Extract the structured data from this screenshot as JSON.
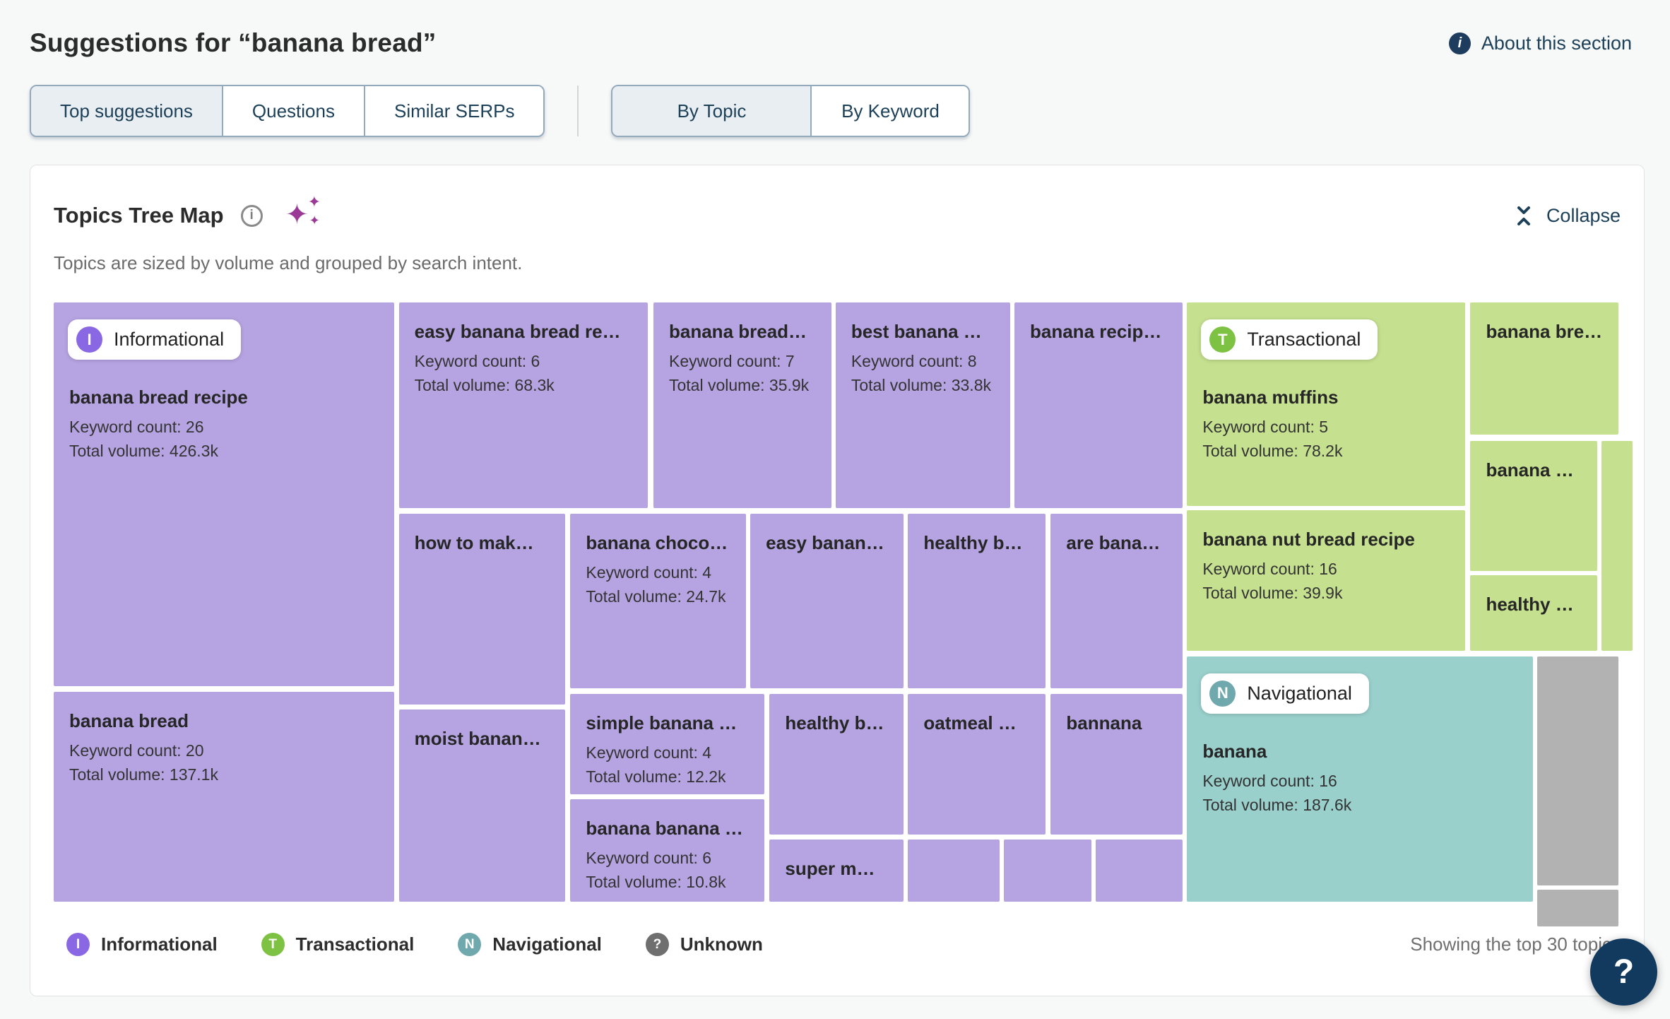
{
  "page": {
    "title": "Suggestions for “banana bread”",
    "about": {
      "label": "About this section"
    }
  },
  "suggestion_tabs": [
    {
      "label": "Top suggestions",
      "active": true
    },
    {
      "label": "Questions",
      "active": false
    },
    {
      "label": "Similar SERPs",
      "active": false
    }
  ],
  "view_tabs": [
    {
      "label": "By Topic",
      "active": true
    },
    {
      "label": "By Keyword",
      "active": false
    }
  ],
  "card": {
    "title": "Topics Tree Map",
    "subtitle": "Topics are sized by volume and grouped by search intent.",
    "collapse_label": "Collapse",
    "footer_note": "Showing the top 30 topics",
    "help_label": "?"
  },
  "icons": {
    "info_glyph": "i",
    "sparkle_glyph": "✦"
  },
  "stat_labels": {
    "keyword_count": "Keyword count:",
    "total_volume": "Total volume:"
  },
  "colors": {
    "cell_informational": "#b6a4e2",
    "cell_transactional": "#c5e08f",
    "cell_navigational": "#9ad0cc",
    "cell_unknown": "#b2b2b2",
    "badge_informational": "#8a68e4",
    "badge_transactional": "#7dc242",
    "badge_navigational": "#6fa9ad",
    "badge_unknown": "#6f6f6f",
    "accent_navy": "#1d4059",
    "sparkle_purple": "#9a3a96",
    "help_button": "#113a5e"
  },
  "chart_data": {
    "type": "treemap",
    "title": "Topics Tree Map",
    "note": "Topics are sized by volume and grouped by search intent.",
    "legend_position": "bottom-left",
    "legend": [
      {
        "letter": "I",
        "label": "Informational",
        "color": "#8a68e4"
      },
      {
        "letter": "T",
        "label": "Transactional",
        "color": "#7dc242"
      },
      {
        "letter": "N",
        "label": "Navigational",
        "color": "#6fa9ad"
      },
      {
        "letter": "?",
        "label": "Unknown",
        "color": "#6f6f6f"
      }
    ],
    "cells": [
      {
        "label": "banana bread recipe",
        "intent": "Informational",
        "badge": "Informational",
        "keyword_count": 26,
        "total_volume": "426.3k",
        "rect": {
          "l": 0,
          "t": 0,
          "w": 21.78,
          "h": 64.06
        }
      },
      {
        "label": "banana bread",
        "intent": "Informational",
        "keyword_count": 20,
        "total_volume": "137.1k",
        "rect": {
          "l": 0,
          "t": 64.95,
          "w": 21.78,
          "h": 35.05
        }
      },
      {
        "label": "easy banana bread re…",
        "intent": "Informational",
        "keyword_count": 6,
        "total_volume": "68.3k",
        "rect": {
          "l": 22.06,
          "t": 0,
          "w": 15.93,
          "h": 34.34
        }
      },
      {
        "label": "banana bread…",
        "intent": "Informational",
        "keyword_count": 7,
        "total_volume": "35.9k",
        "rect": {
          "l": 38.33,
          "t": 0,
          "w": 11.37,
          "h": 34.34
        }
      },
      {
        "label": "best banana …",
        "intent": "Informational",
        "keyword_count": 8,
        "total_volume": "33.8k",
        "rect": {
          "l": 49.97,
          "t": 0,
          "w": 11.16,
          "h": 34.34
        }
      },
      {
        "label": "banana recip…",
        "intent": "Informational",
        "rect": {
          "l": 61.4,
          "t": 0,
          "w": 10.76,
          "h": 34.34
        }
      },
      {
        "label": "how to mak…",
        "intent": "Informational",
        "rect": {
          "l": 22.06,
          "t": 35.23,
          "w": 10.62,
          "h": 31.85
        }
      },
      {
        "label": "banana choco…",
        "intent": "Informational",
        "keyword_count": 4,
        "total_volume": "24.7k",
        "rect": {
          "l": 33.02,
          "t": 35.23,
          "w": 11.23,
          "h": 29.18
        }
      },
      {
        "label": "easy banan…",
        "intent": "Informational",
        "rect": {
          "l": 44.52,
          "t": 35.23,
          "w": 9.8,
          "h": 29.18
        }
      },
      {
        "label": "healthy b…",
        "intent": "Informational",
        "rect": {
          "l": 54.6,
          "t": 35.23,
          "w": 8.78,
          "h": 29.18
        }
      },
      {
        "label": "are bana…",
        "intent": "Informational",
        "rect": {
          "l": 63.72,
          "t": 35.23,
          "w": 8.44,
          "h": 29.18
        }
      },
      {
        "label": "moist banan…",
        "intent": "Informational",
        "rect": {
          "l": 22.06,
          "t": 67.97,
          "w": 10.62,
          "h": 32.03
        }
      },
      {
        "label": "simple banana …",
        "intent": "Informational",
        "keyword_count": 4,
        "total_volume": "12.2k",
        "rect": {
          "l": 33.02,
          "t": 65.3,
          "w": 12.39,
          "h": 16.73
        }
      },
      {
        "label": "banana banana …",
        "intent": "Informational",
        "keyword_count": 6,
        "total_volume": "10.8k",
        "rect": {
          "l": 33.02,
          "t": 82.92,
          "w": 12.39,
          "h": 17.08
        }
      },
      {
        "label": "healthy b…",
        "intent": "Informational",
        "rect": {
          "l": 45.75,
          "t": 65.3,
          "w": 8.58,
          "h": 23.49
        }
      },
      {
        "label": "oatmeal …",
        "intent": "Informational",
        "rect": {
          "l": 54.6,
          "t": 65.3,
          "w": 8.78,
          "h": 23.49
        }
      },
      {
        "label": "bannana",
        "intent": "Informational",
        "rect": {
          "l": 63.72,
          "t": 65.3,
          "w": 8.44,
          "h": 23.49
        }
      },
      {
        "label": "super m…",
        "intent": "Informational",
        "rect": {
          "l": 45.75,
          "t": 89.68,
          "w": 8.58,
          "h": 10.32
        }
      },
      {
        "label": "",
        "intent": "Informational",
        "rect": {
          "l": 54.6,
          "t": 89.68,
          "w": 5.85,
          "h": 10.32
        }
      },
      {
        "label": "",
        "intent": "Informational",
        "rect": {
          "l": 60.72,
          "t": 89.68,
          "w": 5.58,
          "h": 10.32
        }
      },
      {
        "label": "",
        "intent": "Informational",
        "rect": {
          "l": 66.58,
          "t": 89.68,
          "w": 5.58,
          "h": 10.32
        }
      },
      {
        "label": "banana muffins",
        "intent": "Transactional",
        "badge": "Transactional",
        "keyword_count": 5,
        "total_volume": "78.2k",
        "rect": {
          "l": 72.43,
          "t": 0,
          "w": 17.77,
          "h": 33.99
        }
      },
      {
        "label": "banana nut bread recipe",
        "intent": "Transactional",
        "keyword_count": 16,
        "total_volume": "39.9k",
        "rect": {
          "l": 72.43,
          "t": 34.7,
          "w": 17.77,
          "h": 23.49
        }
      },
      {
        "label": "banana bre…",
        "intent": "Transactional",
        "rect": {
          "l": 90.54,
          "t": 0,
          "w": 9.46,
          "h": 22.06
        }
      },
      {
        "label": "banana …",
        "intent": "Transactional",
        "rect": {
          "l": 90.54,
          "t": 23.13,
          "w": 8.1,
          "h": 21.71
        }
      },
      {
        "label": "healthy …",
        "intent": "Transactional",
        "rect": {
          "l": 90.54,
          "t": 45.55,
          "w": 8.1,
          "h": 12.63
        }
      },
      {
        "label": "",
        "intent": "Transactional",
        "rect": {
          "l": 98.91,
          "t": 23.13,
          "w": 1.09,
          "h": 35.05
        }
      },
      {
        "label": "banana",
        "intent": "Navigational",
        "badge": "Navigational",
        "keyword_count": 16,
        "total_volume": "187.6k",
        "rect": {
          "l": 72.43,
          "t": 59.07,
          "w": 22.12,
          "h": 40.93
        }
      },
      {
        "label": "",
        "intent": "Unknown",
        "rect": {
          "l": 94.83,
          "t": 59.07,
          "w": 5.17,
          "h": 38.26
        }
      },
      {
        "label": "",
        "intent": "Unknown",
        "rect": {
          "l": 94.83,
          "t": 98.04,
          "w": 5.17,
          "h": 1.96
        }
      }
    ]
  }
}
